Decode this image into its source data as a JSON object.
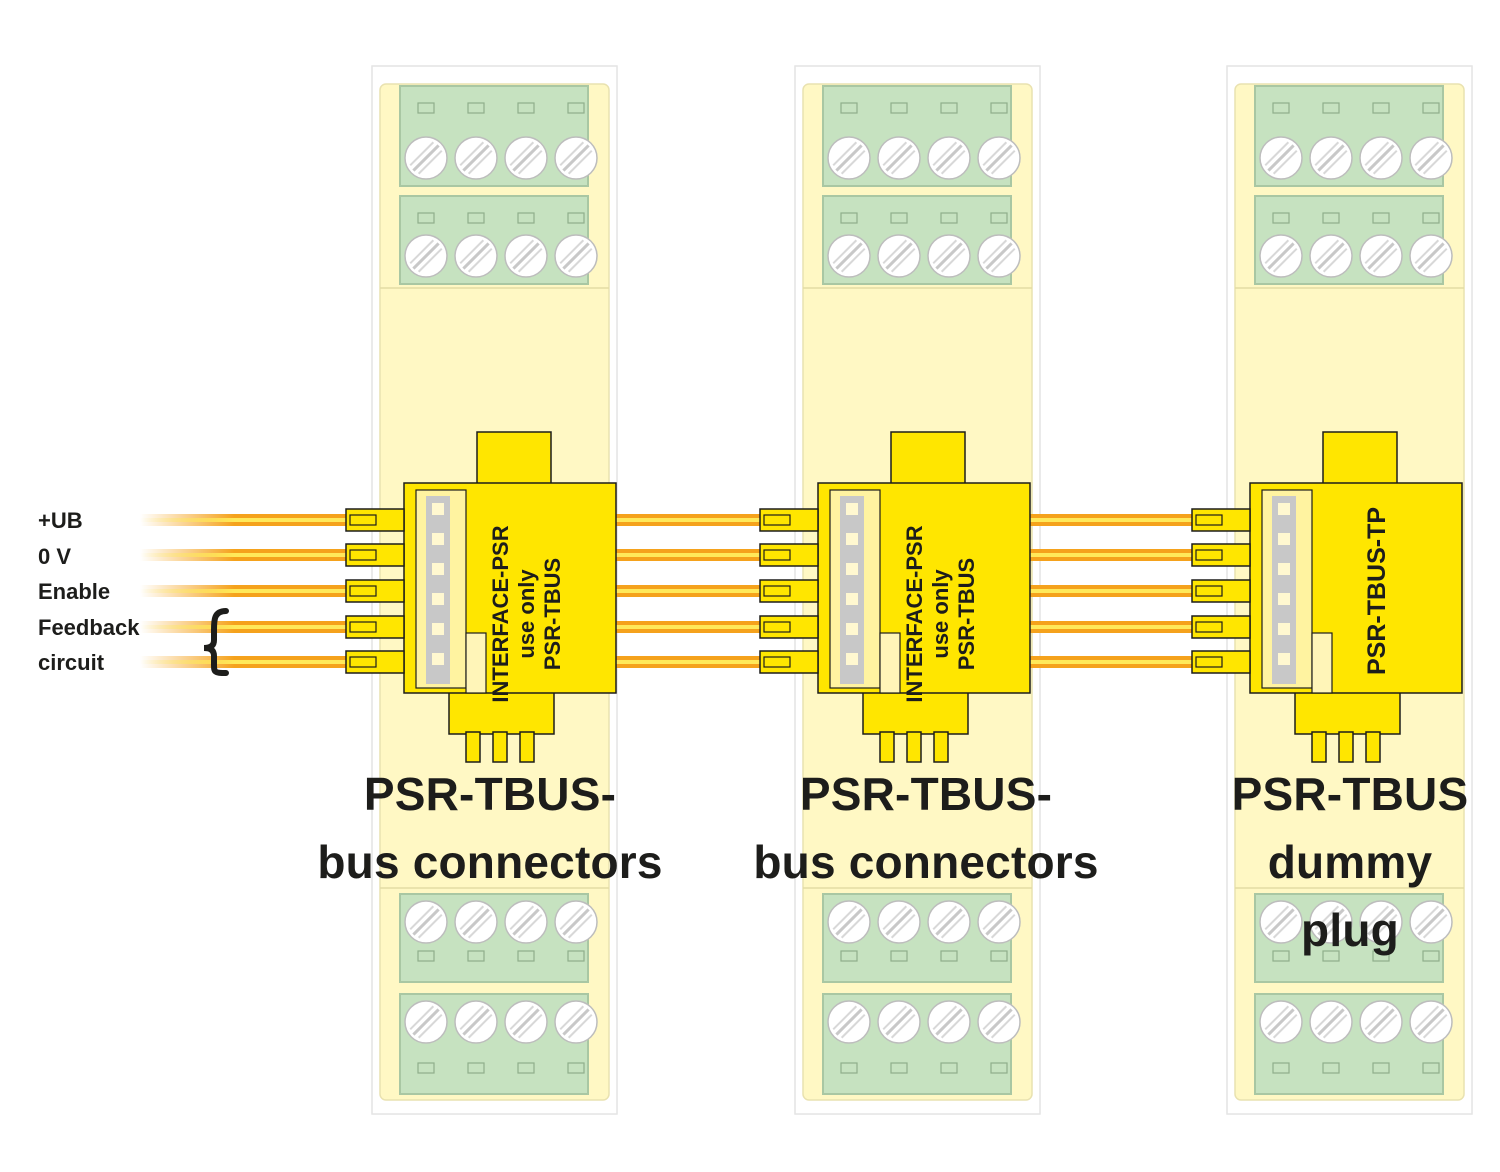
{
  "wire_labels": {
    "ub": "+UB",
    "zero_v": "0 V",
    "enable": "Enable",
    "feedback": "Feedback",
    "circuit": "circuit"
  },
  "connectors": [
    {
      "marking": [
        "INTERFACE-PSR",
        "use only",
        "PSR-TBUS"
      ],
      "caption": [
        "PSR-TBUS-",
        "bus connectors"
      ]
    },
    {
      "marking": [
        "INTERFACE-PSR",
        "use only",
        "PSR-TBUS"
      ],
      "caption": [
        "PSR-TBUS-",
        "bus connectors"
      ]
    },
    {
      "marking": [
        "PSR-TBUS-TP"
      ],
      "caption": [
        "PSR-TBUS",
        "dummy",
        "plug"
      ]
    }
  ],
  "colors": {
    "module_body": "#fff8c4",
    "terminal_block": "#c6e2c0",
    "connector_yellow": "#ffe600",
    "wire_orange": "#f5a21c",
    "text": "#1d1d1b"
  },
  "icons": [
    "screw-terminal-icon",
    "curly-brace-icon"
  ]
}
